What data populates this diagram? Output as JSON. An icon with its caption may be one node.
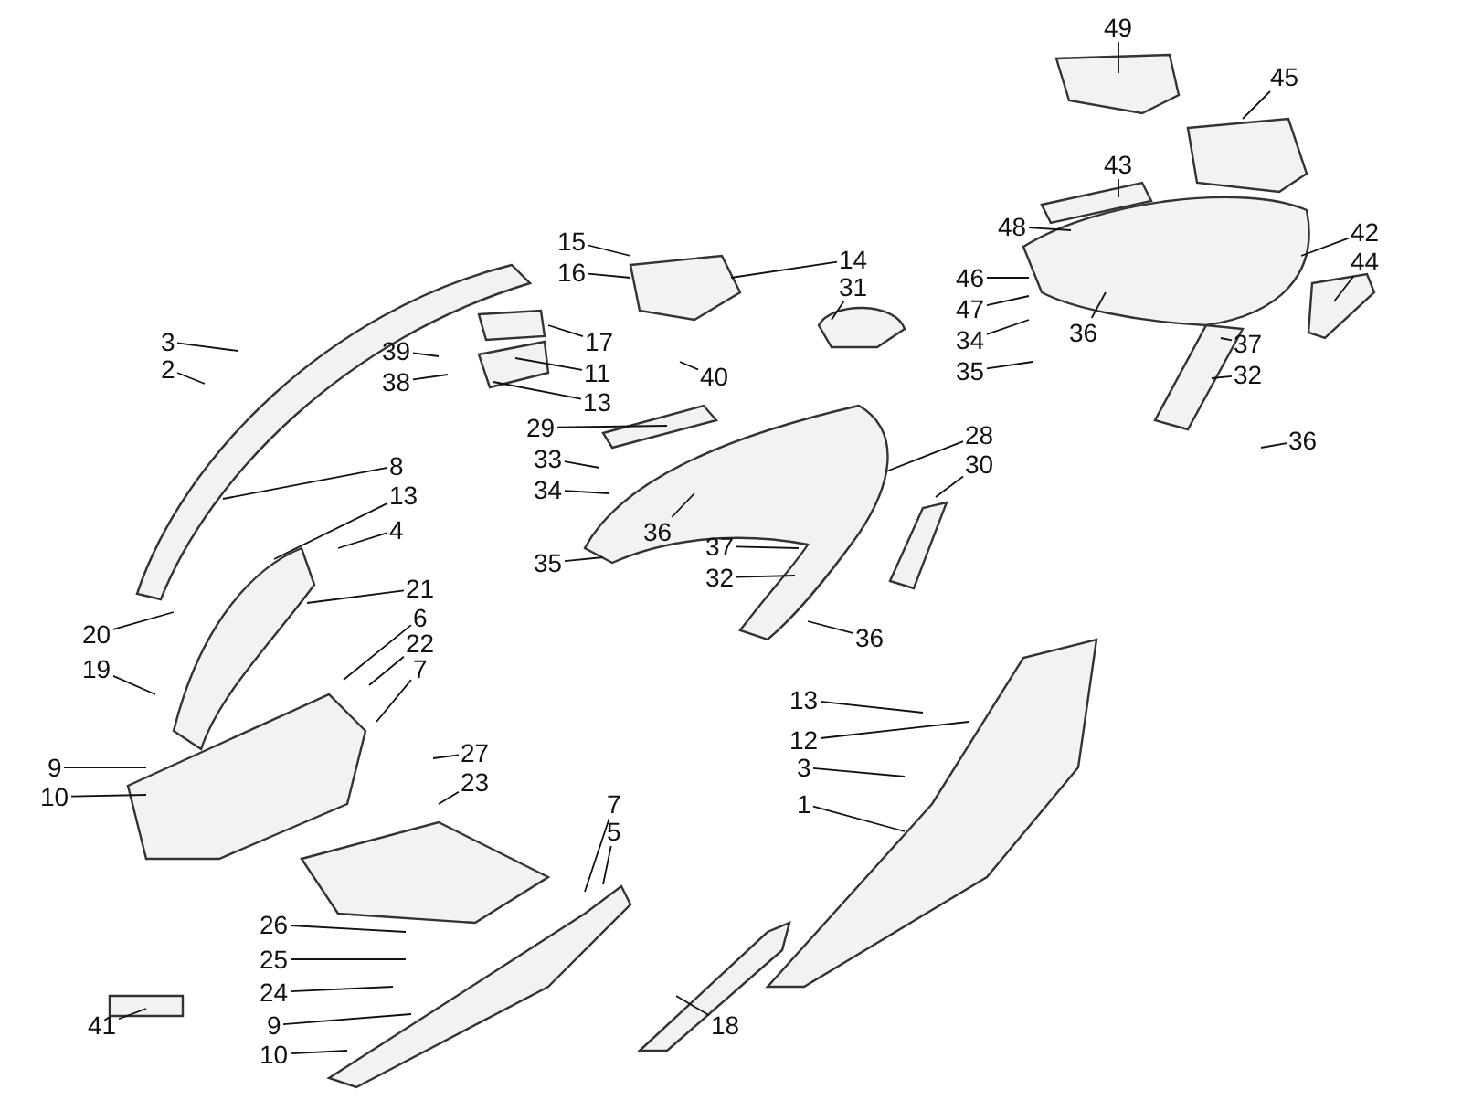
{
  "diagram": {
    "nodes": [
      {
        "text": [
          "49"
        ]
      },
      {
        "text": [
          "45"
        ]
      },
      {
        "text": [
          "43"
        ]
      },
      {
        "text": [
          "48"
        ]
      },
      {
        "text": [
          "42"
        ]
      },
      {
        "text": [
          "15"
        ]
      },
      {
        "text": [
          "14"
        ]
      },
      {
        "text": [
          "44"
        ]
      },
      {
        "text": [
          "16"
        ]
      },
      {
        "text": [
          "46"
        ]
      },
      {
        "text": [
          "31"
        ]
      },
      {
        "text": [
          "47"
        ]
      },
      {
        "text": [
          "36"
        ]
      },
      {
        "text": [
          "3"
        ]
      },
      {
        "text": [
          "17"
        ]
      },
      {
        "text": [
          "34"
        ]
      },
      {
        "text": [
          "37"
        ]
      },
      {
        "text": [
          "39"
        ]
      },
      {
        "text": [
          "2"
        ]
      },
      {
        "text": [
          "35"
        ]
      },
      {
        "text": [
          "11"
        ]
      },
      {
        "text": [
          "32"
        ]
      },
      {
        "text": [
          "40"
        ]
      },
      {
        "text": [
          "38"
        ]
      },
      {
        "text": [
          "13"
        ]
      },
      {
        "text": [
          "29"
        ]
      },
      {
        "text": [
          "28"
        ]
      },
      {
        "text": [
          "36"
        ]
      },
      {
        "text": [
          "33"
        ]
      },
      {
        "text": [
          "30"
        ]
      },
      {
        "text": [
          "8"
        ]
      },
      {
        "text": [
          "34"
        ]
      },
      {
        "text": [
          "13"
        ]
      },
      {
        "text": [
          "4"
        ]
      },
      {
        "text": [
          "36"
        ]
      },
      {
        "text": [
          "37"
        ]
      },
      {
        "text": [
          "35"
        ]
      },
      {
        "text": [
          "32"
        ]
      },
      {
        "text": [
          "21"
        ]
      },
      {
        "text": [
          "6"
        ]
      },
      {
        "text": [
          "20"
        ]
      },
      {
        "text": [
          "36"
        ]
      },
      {
        "text": [
          "22"
        ]
      },
      {
        "text": [
          "19"
        ]
      },
      {
        "text": [
          "7"
        ]
      },
      {
        "text": [
          "13"
        ]
      },
      {
        "text": [
          "12"
        ]
      },
      {
        "text": [
          "27"
        ]
      },
      {
        "text": [
          "9"
        ]
      },
      {
        "text": [
          "3"
        ]
      },
      {
        "text": [
          "10"
        ]
      },
      {
        "text": [
          "23"
        ]
      },
      {
        "text": [
          "1"
        ]
      },
      {
        "text": [
          "7"
        ]
      },
      {
        "text": [
          "5"
        ]
      },
      {
        "text": [
          "26"
        ]
      },
      {
        "text": [
          "25"
        ]
      },
      {
        "text": [
          "24"
        ]
      },
      {
        "text": [
          "41"
        ]
      },
      {
        "text": [
          "9"
        ]
      },
      {
        "text": [
          "18"
        ]
      },
      {
        "text": [
          "10"
        ]
      }
    ],
    "edges": [
      {
        "from": 0,
        "to": null,
        "arrow": "none"
      },
      {
        "from": 1,
        "to": null,
        "arrow": "none"
      },
      {
        "from": 2,
        "to": null,
        "arrow": "none"
      },
      {
        "from": 3,
        "to": null,
        "arrow": "none"
      },
      {
        "from": 4,
        "to": null,
        "arrow": "none"
      },
      {
        "from": 5,
        "to": null,
        "arrow": "none"
      },
      {
        "from": 6,
        "to": null,
        "arrow": "none"
      },
      {
        "from": 7,
        "to": null,
        "arrow": "none"
      },
      {
        "from": 8,
        "to": null,
        "arrow": "none"
      },
      {
        "from": 9,
        "to": null,
        "arrow": "none"
      },
      {
        "from": 10,
        "to": null,
        "arrow": "none"
      },
      {
        "from": 11,
        "to": null,
        "arrow": "none"
      },
      {
        "from": 12,
        "to": null,
        "arrow": "none"
      },
      {
        "from": 13,
        "to": null,
        "arrow": "none"
      },
      {
        "from": 14,
        "to": null,
        "arrow": "none"
      },
      {
        "from": 15,
        "to": null,
        "arrow": "none"
      },
      {
        "from": 16,
        "to": null,
        "arrow": "none"
      },
      {
        "from": 17,
        "to": null,
        "arrow": "none"
      },
      {
        "from": 18,
        "to": null,
        "arrow": "none"
      },
      {
        "from": 19,
        "to": null,
        "arrow": "none"
      },
      {
        "from": 20,
        "to": null,
        "arrow": "none"
      },
      {
        "from": 21,
        "to": null,
        "arrow": "none"
      },
      {
        "from": 22,
        "to": null,
        "arrow": "none"
      },
      {
        "from": 23,
        "to": null,
        "arrow": "none"
      },
      {
        "from": 24,
        "to": null,
        "arrow": "none"
      },
      {
        "from": 25,
        "to": null,
        "arrow": "none"
      },
      {
        "from": 26,
        "to": null,
        "arrow": "none"
      },
      {
        "from": 27,
        "to": null,
        "arrow": "none"
      },
      {
        "from": 28,
        "to": null,
        "arrow": "none"
      },
      {
        "from": 29,
        "to": null,
        "arrow": "none"
      },
      {
        "from": 30,
        "to": null,
        "arrow": "none"
      },
      {
        "from": 31,
        "to": null,
        "arrow": "none"
      },
      {
        "from": 32,
        "to": null,
        "arrow": "none"
      },
      {
        "from": 33,
        "to": null,
        "arrow": "none"
      },
      {
        "from": 34,
        "to": null,
        "arrow": "none"
      },
      {
        "from": 35,
        "to": null,
        "arrow": "none"
      },
      {
        "from": 36,
        "to": null,
        "arrow": "none"
      },
      {
        "from": 37,
        "to": null,
        "arrow": "none"
      },
      {
        "from": 38,
        "to": null,
        "arrow": "none"
      },
      {
        "from": 39,
        "to": null,
        "arrow": "none"
      },
      {
        "from": 40,
        "to": null,
        "arrow": "none"
      },
      {
        "from": 41,
        "to": null,
        "arrow": "none"
      },
      {
        "from": 42,
        "to": null,
        "arrow": "none"
      },
      {
        "from": 43,
        "to": null,
        "arrow": "none"
      },
      {
        "from": 44,
        "to": null,
        "arrow": "none"
      },
      {
        "from": 45,
        "to": null,
        "arrow": "none"
      },
      {
        "from": 46,
        "to": null,
        "arrow": "none"
      },
      {
        "from": 47,
        "to": null,
        "arrow": "none"
      },
      {
        "from": 48,
        "to": null,
        "arrow": "none"
      },
      {
        "from": 49,
        "to": null,
        "arrow": "none"
      },
      {
        "from": 50,
        "to": null,
        "arrow": "none"
      },
      {
        "from": 51,
        "to": null,
        "arrow": "none"
      },
      {
        "from": 52,
        "to": null,
        "arrow": "none"
      },
      {
        "from": 53,
        "to": null,
        "arrow": "none"
      },
      {
        "from": 54,
        "to": null,
        "arrow": "none"
      },
      {
        "from": 55,
        "to": null,
        "arrow": "none"
      },
      {
        "from": 56,
        "to": null,
        "arrow": "none"
      },
      {
        "from": 57,
        "to": null,
        "arrow": "none"
      },
      {
        "from": 58,
        "to": null,
        "arrow": "none"
      },
      {
        "from": 59,
        "to": null,
        "arrow": "none"
      },
      {
        "from": 60,
        "to": null,
        "arrow": "none"
      },
      {
        "from": 61,
        "to": null,
        "arrow": "none"
      }
    ]
  }
}
